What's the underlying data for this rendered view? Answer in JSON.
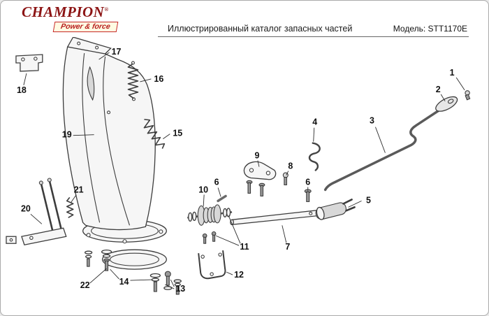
{
  "header": {
    "brand": "CHAMPION",
    "registered": "®",
    "tagline": "Power & force",
    "catalog_title": "Иллюстрированный каталог запасных частей",
    "model_label": "Модель: STT1170E"
  },
  "parts": {
    "p1": "1",
    "p2": "2",
    "p3": "3",
    "p4": "4",
    "p5": "5",
    "p6": "6",
    "p7": "7",
    "p8": "8",
    "p9": "9",
    "p10": "10",
    "p11": "11",
    "p12": "12",
    "p13": "13",
    "p14": "14",
    "p15": "15",
    "p16": "16",
    "p17": "17",
    "p18": "18",
    "p19": "19",
    "p20": "20",
    "p21": "21",
    "p22": "22"
  }
}
